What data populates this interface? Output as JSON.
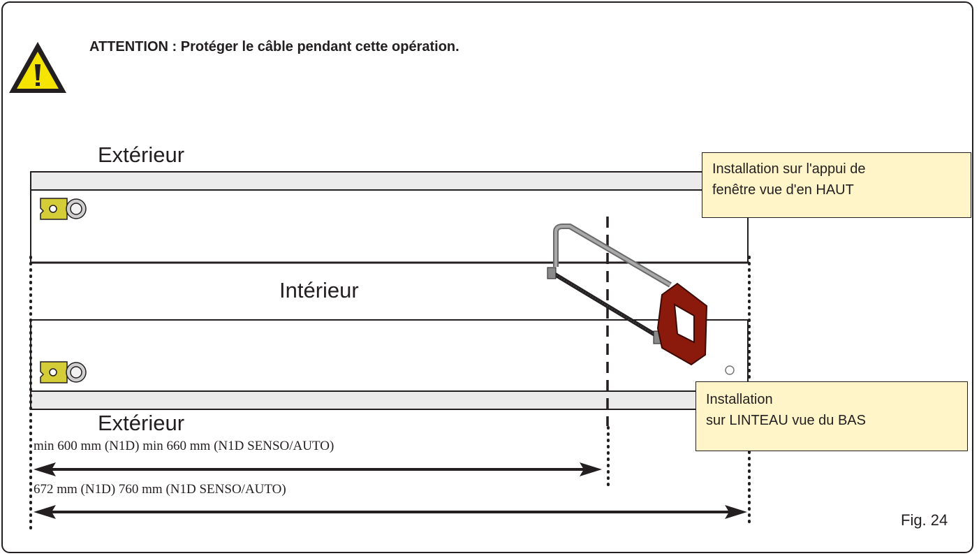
{
  "warning": {
    "text": "ATTENTION : Protéger le câble pendant cette opération.",
    "icon": "warning-triangle-icon",
    "color": "#f5e400"
  },
  "labels": {
    "exterior_top": "Extérieur",
    "interior": "Intérieur",
    "exterior_bottom": "Extérieur"
  },
  "callouts": {
    "top": "Installation sur l'appui de\nfenêtre vue d'en HAUT",
    "bottom": "Installation\nsur LINTEAU vue du BAS",
    "background": "#fff5c8"
  },
  "dimensions": {
    "min_length": "min 600 mm (N1D) min 660 mm (N1D SENSO/AUTO)",
    "full_length": "672 mm (N1D) 760 mm (N1D SENSO/AUTO)"
  },
  "figure_number": "Fig. 24",
  "icons": [
    "warning-triangle-icon",
    "hacksaw-icon",
    "end-bracket-icon"
  ],
  "colors": {
    "saw_handle": "#8b1a0c",
    "bracket": "#d4cd37",
    "rail": "#ebebeb"
  }
}
